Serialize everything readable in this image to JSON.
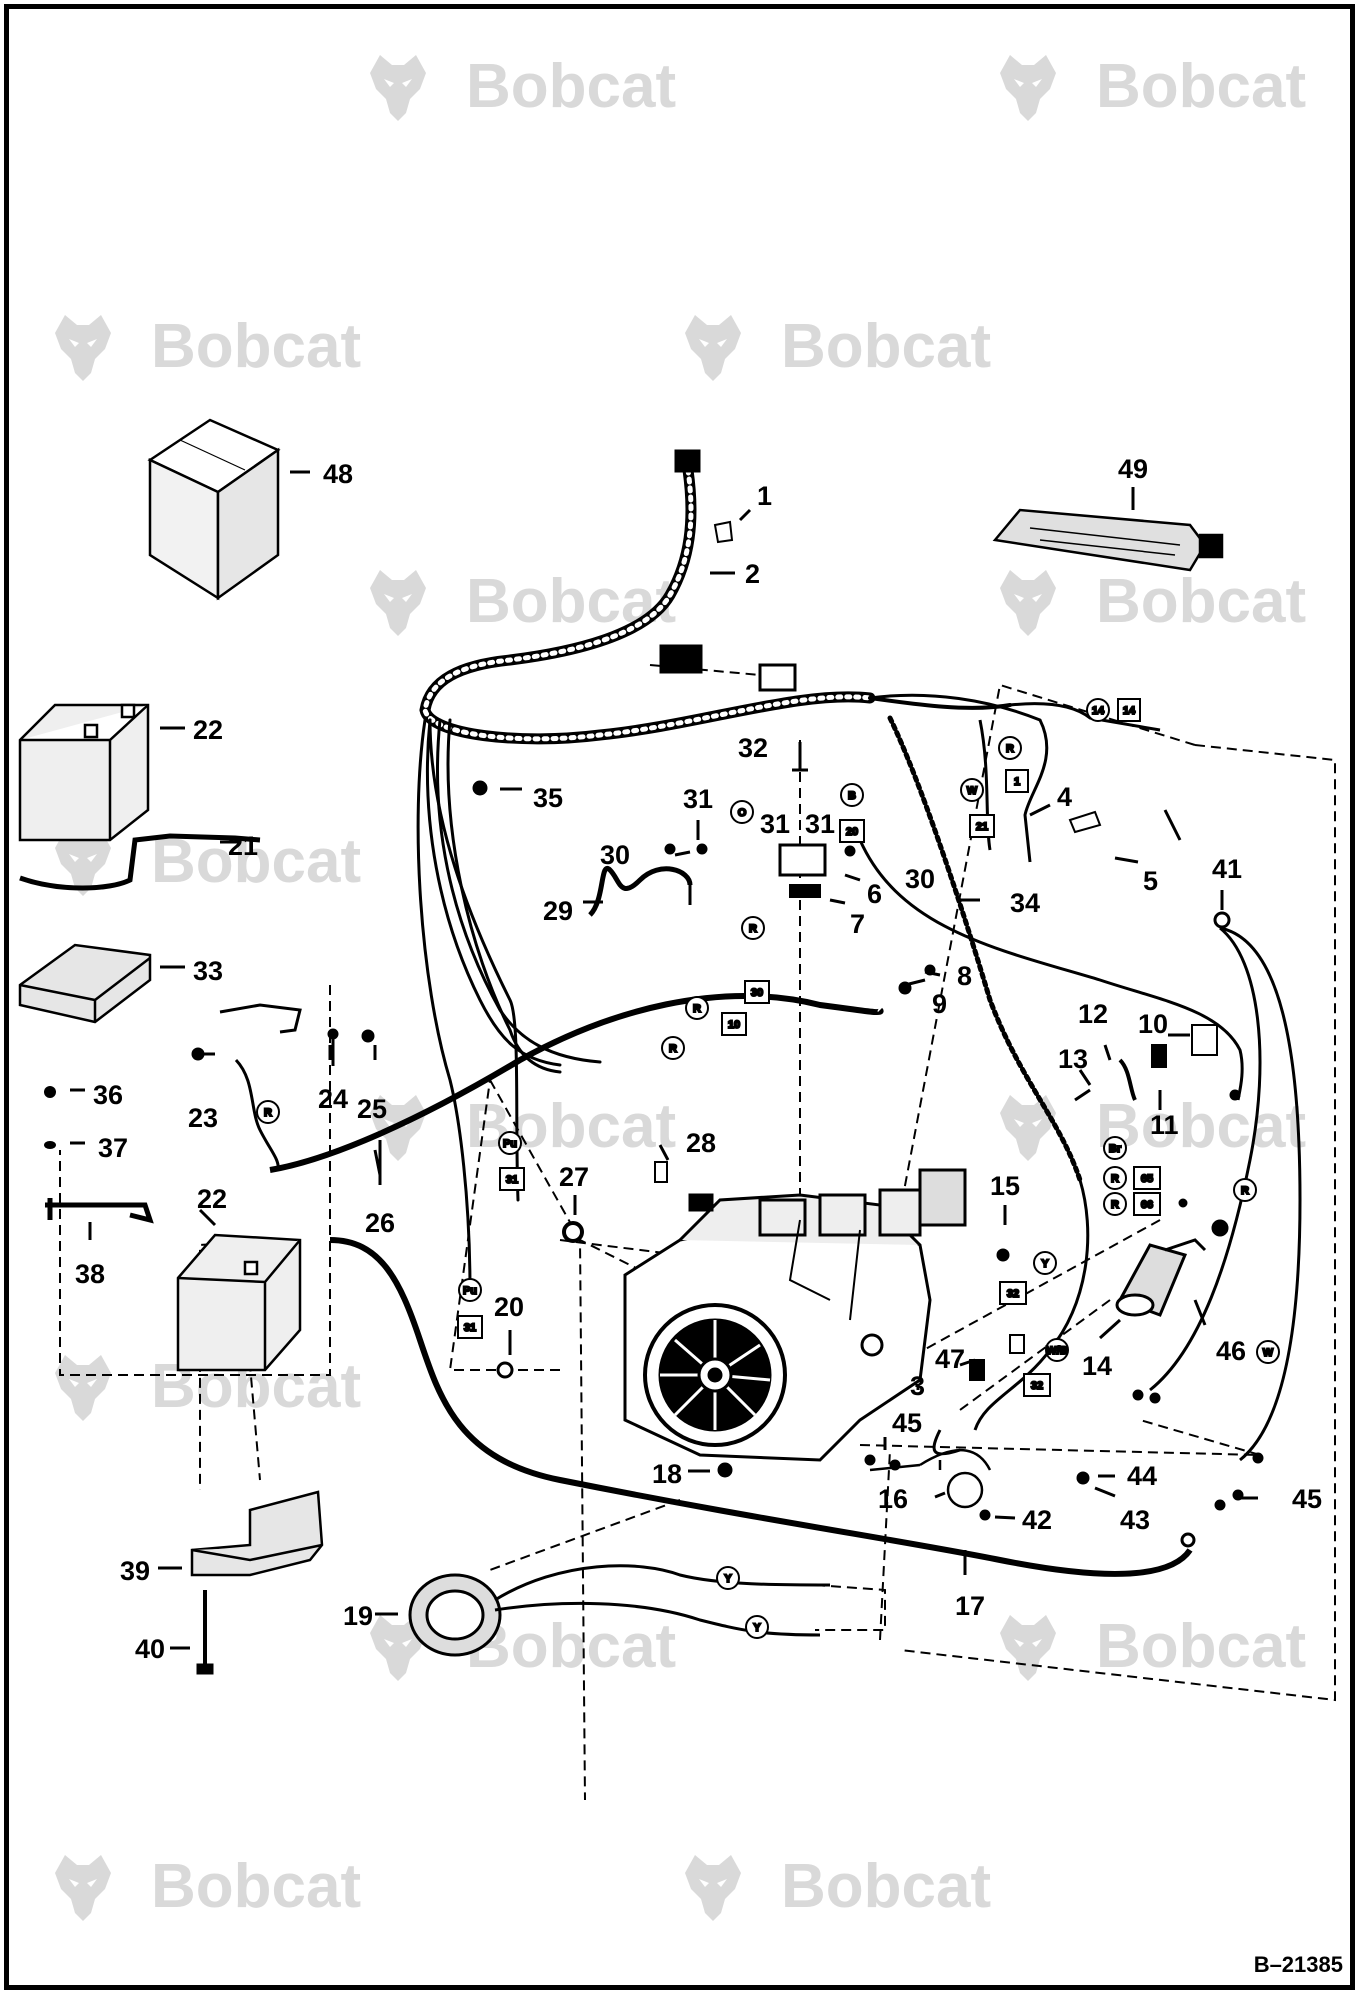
{
  "watermark": {
    "brand_text": "Bobcat",
    "brand_color": "#d9d9d9",
    "icon": "bobcat-head-icon"
  },
  "drawing_number": "B–21385",
  "callouts": [
    {
      "id": "1",
      "label": "1"
    },
    {
      "id": "2",
      "label": "2"
    },
    {
      "id": "3",
      "label": "3"
    },
    {
      "id": "4",
      "label": "4"
    },
    {
      "id": "5",
      "label": "5"
    },
    {
      "id": "6",
      "label": "6"
    },
    {
      "id": "7",
      "label": "7"
    },
    {
      "id": "8",
      "label": "8"
    },
    {
      "id": "9",
      "label": "9"
    },
    {
      "id": "10",
      "label": "10"
    },
    {
      "id": "11",
      "label": "11"
    },
    {
      "id": "12",
      "label": "12"
    },
    {
      "id": "13",
      "label": "13"
    },
    {
      "id": "14",
      "label": "14"
    },
    {
      "id": "15",
      "label": "15"
    },
    {
      "id": "16",
      "label": "16"
    },
    {
      "id": "17",
      "label": "17"
    },
    {
      "id": "18",
      "label": "18"
    },
    {
      "id": "19",
      "label": "19"
    },
    {
      "id": "20",
      "label": "20"
    },
    {
      "id": "21",
      "label": "21"
    },
    {
      "id": "22a",
      "label": "22"
    },
    {
      "id": "22b",
      "label": "22"
    },
    {
      "id": "23",
      "label": "23"
    },
    {
      "id": "24",
      "label": "24"
    },
    {
      "id": "25",
      "label": "25"
    },
    {
      "id": "26",
      "label": "26"
    },
    {
      "id": "27",
      "label": "27"
    },
    {
      "id": "28",
      "label": "28"
    },
    {
      "id": "29",
      "label": "29"
    },
    {
      "id": "30a",
      "label": "30"
    },
    {
      "id": "30b",
      "label": "30"
    },
    {
      "id": "31a",
      "label": "31"
    },
    {
      "id": "31b",
      "label": "31"
    },
    {
      "id": "31c",
      "label": "31"
    },
    {
      "id": "32",
      "label": "32"
    },
    {
      "id": "33",
      "label": "33"
    },
    {
      "id": "34",
      "label": "34"
    },
    {
      "id": "35",
      "label": "35"
    },
    {
      "id": "36",
      "label": "36"
    },
    {
      "id": "37",
      "label": "37"
    },
    {
      "id": "38",
      "label": "38"
    },
    {
      "id": "39",
      "label": "39"
    },
    {
      "id": "40",
      "label": "40"
    },
    {
      "id": "41",
      "label": "41"
    },
    {
      "id": "42",
      "label": "42"
    },
    {
      "id": "43",
      "label": "43"
    },
    {
      "id": "44",
      "label": "44"
    },
    {
      "id": "45a",
      "label": "45"
    },
    {
      "id": "45b",
      "label": "45"
    },
    {
      "id": "46",
      "label": "46"
    },
    {
      "id": "47",
      "label": "47"
    },
    {
      "id": "48",
      "label": "48"
    },
    {
      "id": "49",
      "label": "49"
    }
  ],
  "wire_tags": [
    {
      "id": "t14",
      "label": "14"
    },
    {
      "id": "tR1",
      "label": "R"
    },
    {
      "id": "t1",
      "label": "1"
    },
    {
      "id": "tW",
      "label": "W"
    },
    {
      "id": "t21",
      "label": "21"
    },
    {
      "id": "tB1",
      "label": "B"
    },
    {
      "id": "t20",
      "label": "20"
    },
    {
      "id": "tO",
      "label": "O"
    },
    {
      "id": "tR2",
      "label": "R"
    },
    {
      "id": "t30",
      "label": "30"
    },
    {
      "id": "t10",
      "label": "10"
    },
    {
      "id": "tR3",
      "label": "R"
    },
    {
      "id": "tR4",
      "label": "R"
    },
    {
      "id": "tPU",
      "label": "Pu"
    },
    {
      "id": "t31a",
      "label": "31"
    },
    {
      "id": "tPU2",
      "label": "Pu"
    },
    {
      "id": "t31b",
      "label": "31"
    },
    {
      "id": "tBR",
      "label": "Br"
    },
    {
      "id": "t65",
      "label": "65"
    },
    {
      "id": "t66",
      "label": "66"
    },
    {
      "id": "tY",
      "label": "Y"
    },
    {
      "id": "t32a",
      "label": "32"
    },
    {
      "id": "tWB",
      "label": "W/B"
    },
    {
      "id": "t32b",
      "label": "32"
    },
    {
      "id": "tW2",
      "label": "W"
    },
    {
      "id": "tR5",
      "label": "R"
    },
    {
      "id": "tY2",
      "label": "Y"
    },
    {
      "id": "tY3",
      "label": "Y"
    }
  ]
}
